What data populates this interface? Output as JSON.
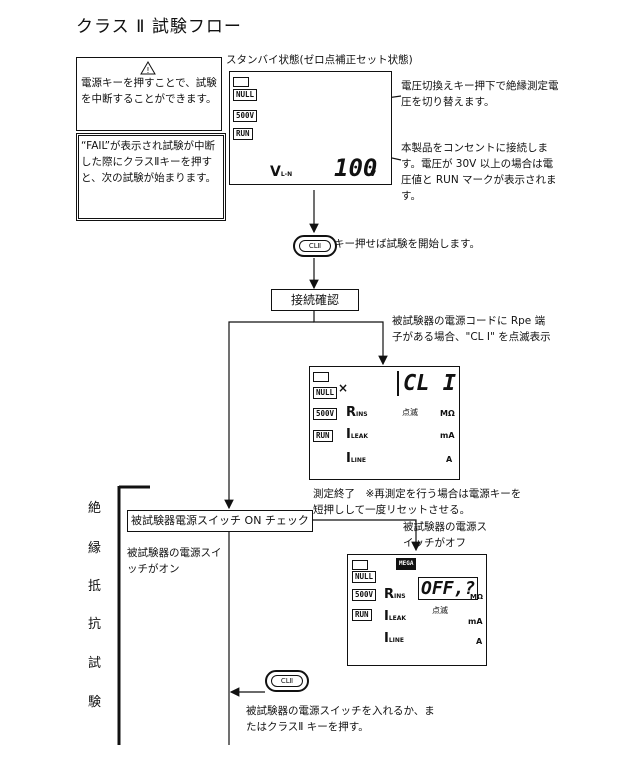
{
  "page_title": "クラス Ⅱ 試験フロー",
  "caution_box": {
    "icon": "warning-triangle-icon",
    "text": "電源キーを押すことで、試験を中断することができます。"
  },
  "fail_box": {
    "text": "“FAIL”が表示され試験が中断した際にクラスⅡキーを押すと、次の試験が始まります。"
  },
  "standby_label": "スタンバイ状態(ゼロ点補正セット状態)",
  "lcd1": {
    "null": "NULL",
    "v500": "500V",
    "run": "RUN",
    "vln": "V",
    "vln_sub": "L-N",
    "value": "100",
    "unit": "v"
  },
  "note_voltage_switch": "電圧切換えキー押下で絶縁測定電圧を切り替えます。",
  "note_outlet": "本製品をコンセントに接続します。電圧が 30V 以上の場合は電圧値と RUN マークが表示されます。",
  "cl2_key_label": "CLⅡ",
  "note_start": "キー押せば試験を開始します。",
  "connection_check": "接続確認",
  "note_rpe": "被試験器の電源コードに Rpe 端子がある場合、\"CL I\" を点滅表示",
  "lcd2": {
    "null": "NULL",
    "cross": "×",
    "value": "CL I",
    "blink": "点滅",
    "v500": "500V",
    "run": "RUN",
    "rins": "R",
    "rins_sub": "INS",
    "ileak": "I",
    "ileak_sub": "LEAK",
    "iline": "I",
    "iline_sub": "LINE",
    "u_mohm": "MΩ",
    "u_ma": "mA",
    "u_a": "A"
  },
  "note_measure_end": "測定終了　※再測定を行う場合は電源キーを短押しして一度リセットさせる。",
  "switch_check": "被試験器電源スイッチ ON チェック",
  "side_label_chars": [
    "絶",
    "縁",
    "抵",
    "抗",
    "試",
    "験"
  ],
  "label_on": "被試験器の電源スイッチがオン",
  "label_off": "被試験器の電源スイッチがオフ",
  "lcd3": {
    "null": "NULL",
    "mega": "MEGA",
    "value": "OFF,?",
    "blink": "点滅",
    "v500": "500V",
    "run": "RUN",
    "rins": "R",
    "rins_sub": "INS",
    "ileak": "I",
    "ileak_sub": "LEAK",
    "iline": "I",
    "iline_sub": "LINE",
    "u_mohm": "MΩ",
    "u_ma": "mA",
    "u_a": "A"
  },
  "note_switch_on": "被試験器の電源スイッチを入れるか、またはクラスⅡ キーを押す。"
}
